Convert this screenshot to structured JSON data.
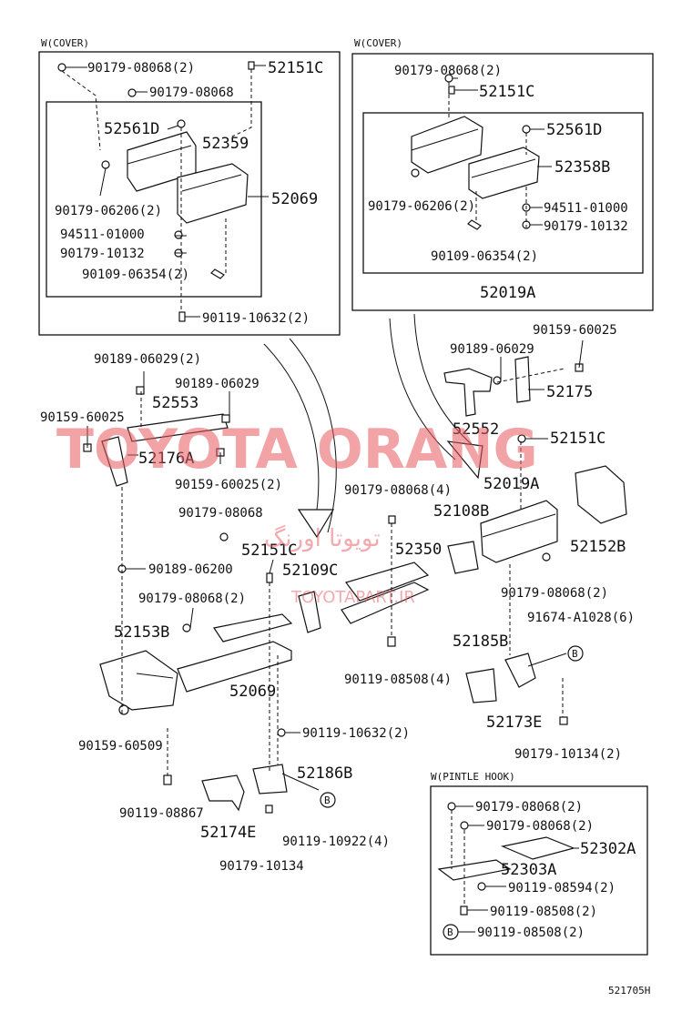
{
  "captions": {
    "left_cover": "W(COVER)",
    "right_cover": "W(COVER)",
    "pintle": "W(PINTLE HOOK)",
    "diagram_code": "521705H",
    "ref_b": "B"
  },
  "watermark": {
    "main": "TOYOTA ORANG",
    "farsi": "تویوتا اورنگ",
    "site": "TOYOTAPART.IR"
  },
  "labels": {
    "l_90179_08068_2": "90179-08068(2)",
    "l_52151C_a": "52151C",
    "l_90179_08068_a": "90179-08068",
    "l_52561D_a": "52561D",
    "l_52359": "52359",
    "l_52069_a": "52069",
    "l_90179_06206_2_a": "90179-06206(2)",
    "l_94511_01000_a": "94511-01000",
    "l_90179_10132_a": "90179-10132",
    "l_90109_06354_2_a": "90109-06354(2)",
    "l_90119_10632_2_a": "90119-10632(2)",
    "r_90179_08068_2": "90179-08068(2)",
    "r_52151C": "52151C",
    "r_52561D": "52561D",
    "r_52358B": "52358B",
    "r_90179_06206_2": "90179-06206(2)",
    "r_94511_01000": "94511-01000",
    "r_90179_10132": "90179-10132",
    "r_90109_06354_2": "90109-06354(2)",
    "r_52019A": "52019A",
    "m_90189_06029_2": "90189-06029(2)",
    "m_90189_06029_a": "90189-06029",
    "m_52553": "52553",
    "m_90159_60025_a": "90159-60025",
    "m_52176A": "52176A",
    "m_90159_60025_2": "90159-60025(2)",
    "m_90179_08068": "90179-08068",
    "m_52151C": "52151C",
    "m_90189_06200": "90189-06200",
    "m_90179_08068_2": "90179-08068(2)",
    "m_52153B": "52153B",
    "m_52069": "52069",
    "m_90159_60509": "90159-60509",
    "m_90119_10632_2": "90119-10632(2)",
    "m_52186B": "52186B",
    "m_90119_08867": "90119-08867",
    "m_52174E": "52174E",
    "m_90119_10922_4": "90119-10922(4)",
    "m_90179_10134": "90179-10134",
    "c_90179_08068_4": "90179-08068(4)",
    "c_52109C": "52109C",
    "c_52350": "52350",
    "c_90119_08508_4": "90119-08508(4)",
    "c_52108B": "52108B",
    "rr_90159_60025": "90159-60025",
    "rr_90189_06029": "90189-06029",
    "rr_52175": "52175",
    "rr_52552": "52552",
    "rr_52151C": "52151C",
    "rr_52019A": "52019A",
    "rr_52152B": "52152B",
    "rr_90179_08068_2": "90179-08068(2)",
    "rr_91674_A1028_6": "91674-A1028(6)",
    "rr_52185B": "52185B",
    "rr_52173E": "52173E",
    "rr_90179_10134_2": "90179-10134(2)",
    "p_90179_08068_2_a": "90179-08068(2)",
    "p_90179_08068_2_b": "90179-08068(2)",
    "p_52302A": "52302A",
    "p_52303A": "52303A",
    "p_90119_08594_2": "90119-08594(2)",
    "p_90119_08508_2_a": "90119-08508(2)",
    "p_90119_08508_2_b": "90119-08508(2)"
  }
}
